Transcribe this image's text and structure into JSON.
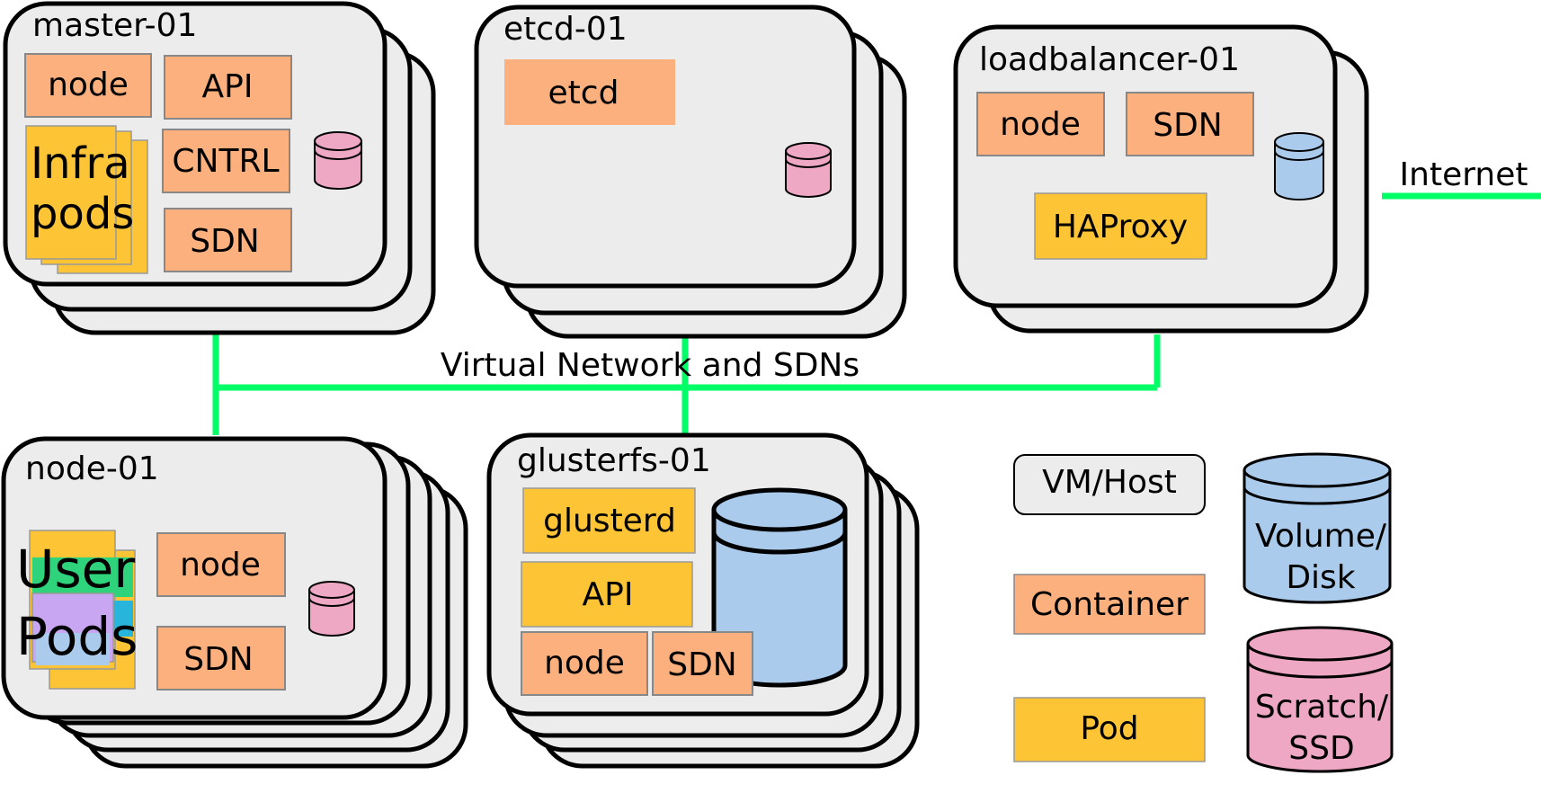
{
  "colors": {
    "host_fill": "#ececec",
    "container": "#fcb07e",
    "pod": "#fdc436",
    "volume_disk": "#abcbed",
    "scratch_ssd": "#eea8c4",
    "network": "#00ff66"
  },
  "hosts": {
    "master": {
      "title": "master-01",
      "node": "node",
      "api": "API",
      "cntrl": "CNTRL",
      "sdn": "SDN",
      "infra_line1": "Infra",
      "infra_line2": "pods"
    },
    "etcd": {
      "title": "etcd-01",
      "etcd": "etcd"
    },
    "loadbalancer": {
      "title": "loadbalancer-01",
      "node": "node",
      "sdn": "SDN",
      "haproxy": "HAProxy"
    },
    "node": {
      "title": "node-01",
      "node": "node",
      "sdn": "SDN",
      "user_line1": "User",
      "user_line2": "Pods"
    },
    "glusterfs": {
      "title": "glusterfs-01",
      "glusterd": "glusterd",
      "api": "API",
      "node": "node",
      "sdn": "SDN"
    }
  },
  "network": {
    "label": "Virtual Network and SDNs",
    "internet": "Internet"
  },
  "legend": {
    "vm_host": "VM/Host",
    "container": "Container",
    "pod": "Pod",
    "volume_line1": "Volume/",
    "volume_line2": "Disk",
    "scratch_line1": "Scratch/",
    "scratch_line2": "SSD"
  }
}
